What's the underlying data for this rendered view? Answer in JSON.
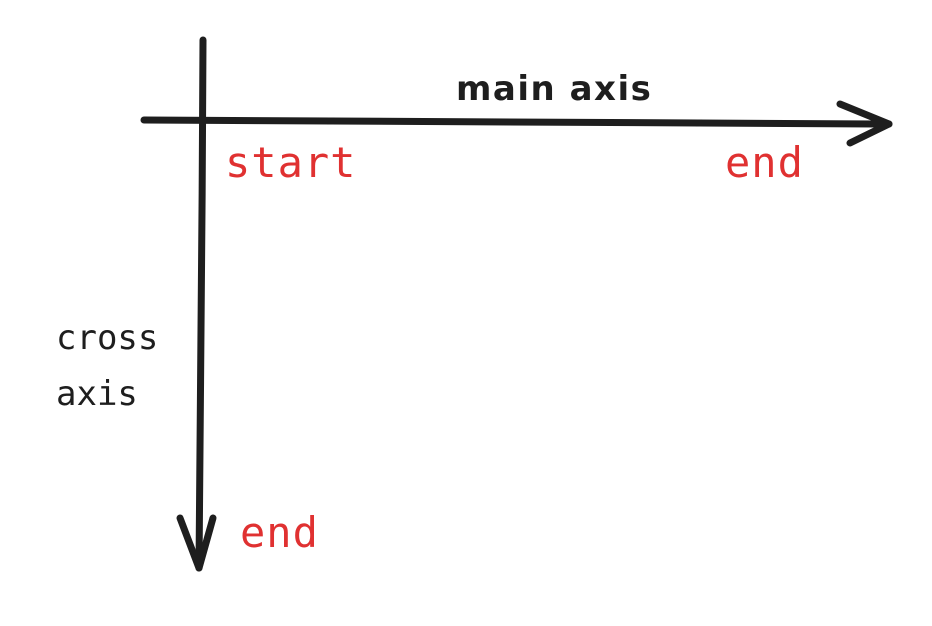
{
  "diagram": {
    "main_axis_label": "main axis",
    "start_label": "start",
    "main_end_label": "end",
    "cross_axis_label": "cross\naxis",
    "cross_end_label": "end"
  },
  "colors": {
    "stroke": "#1e1e1e",
    "accent": "#e03131",
    "background": "#ffffff"
  }
}
